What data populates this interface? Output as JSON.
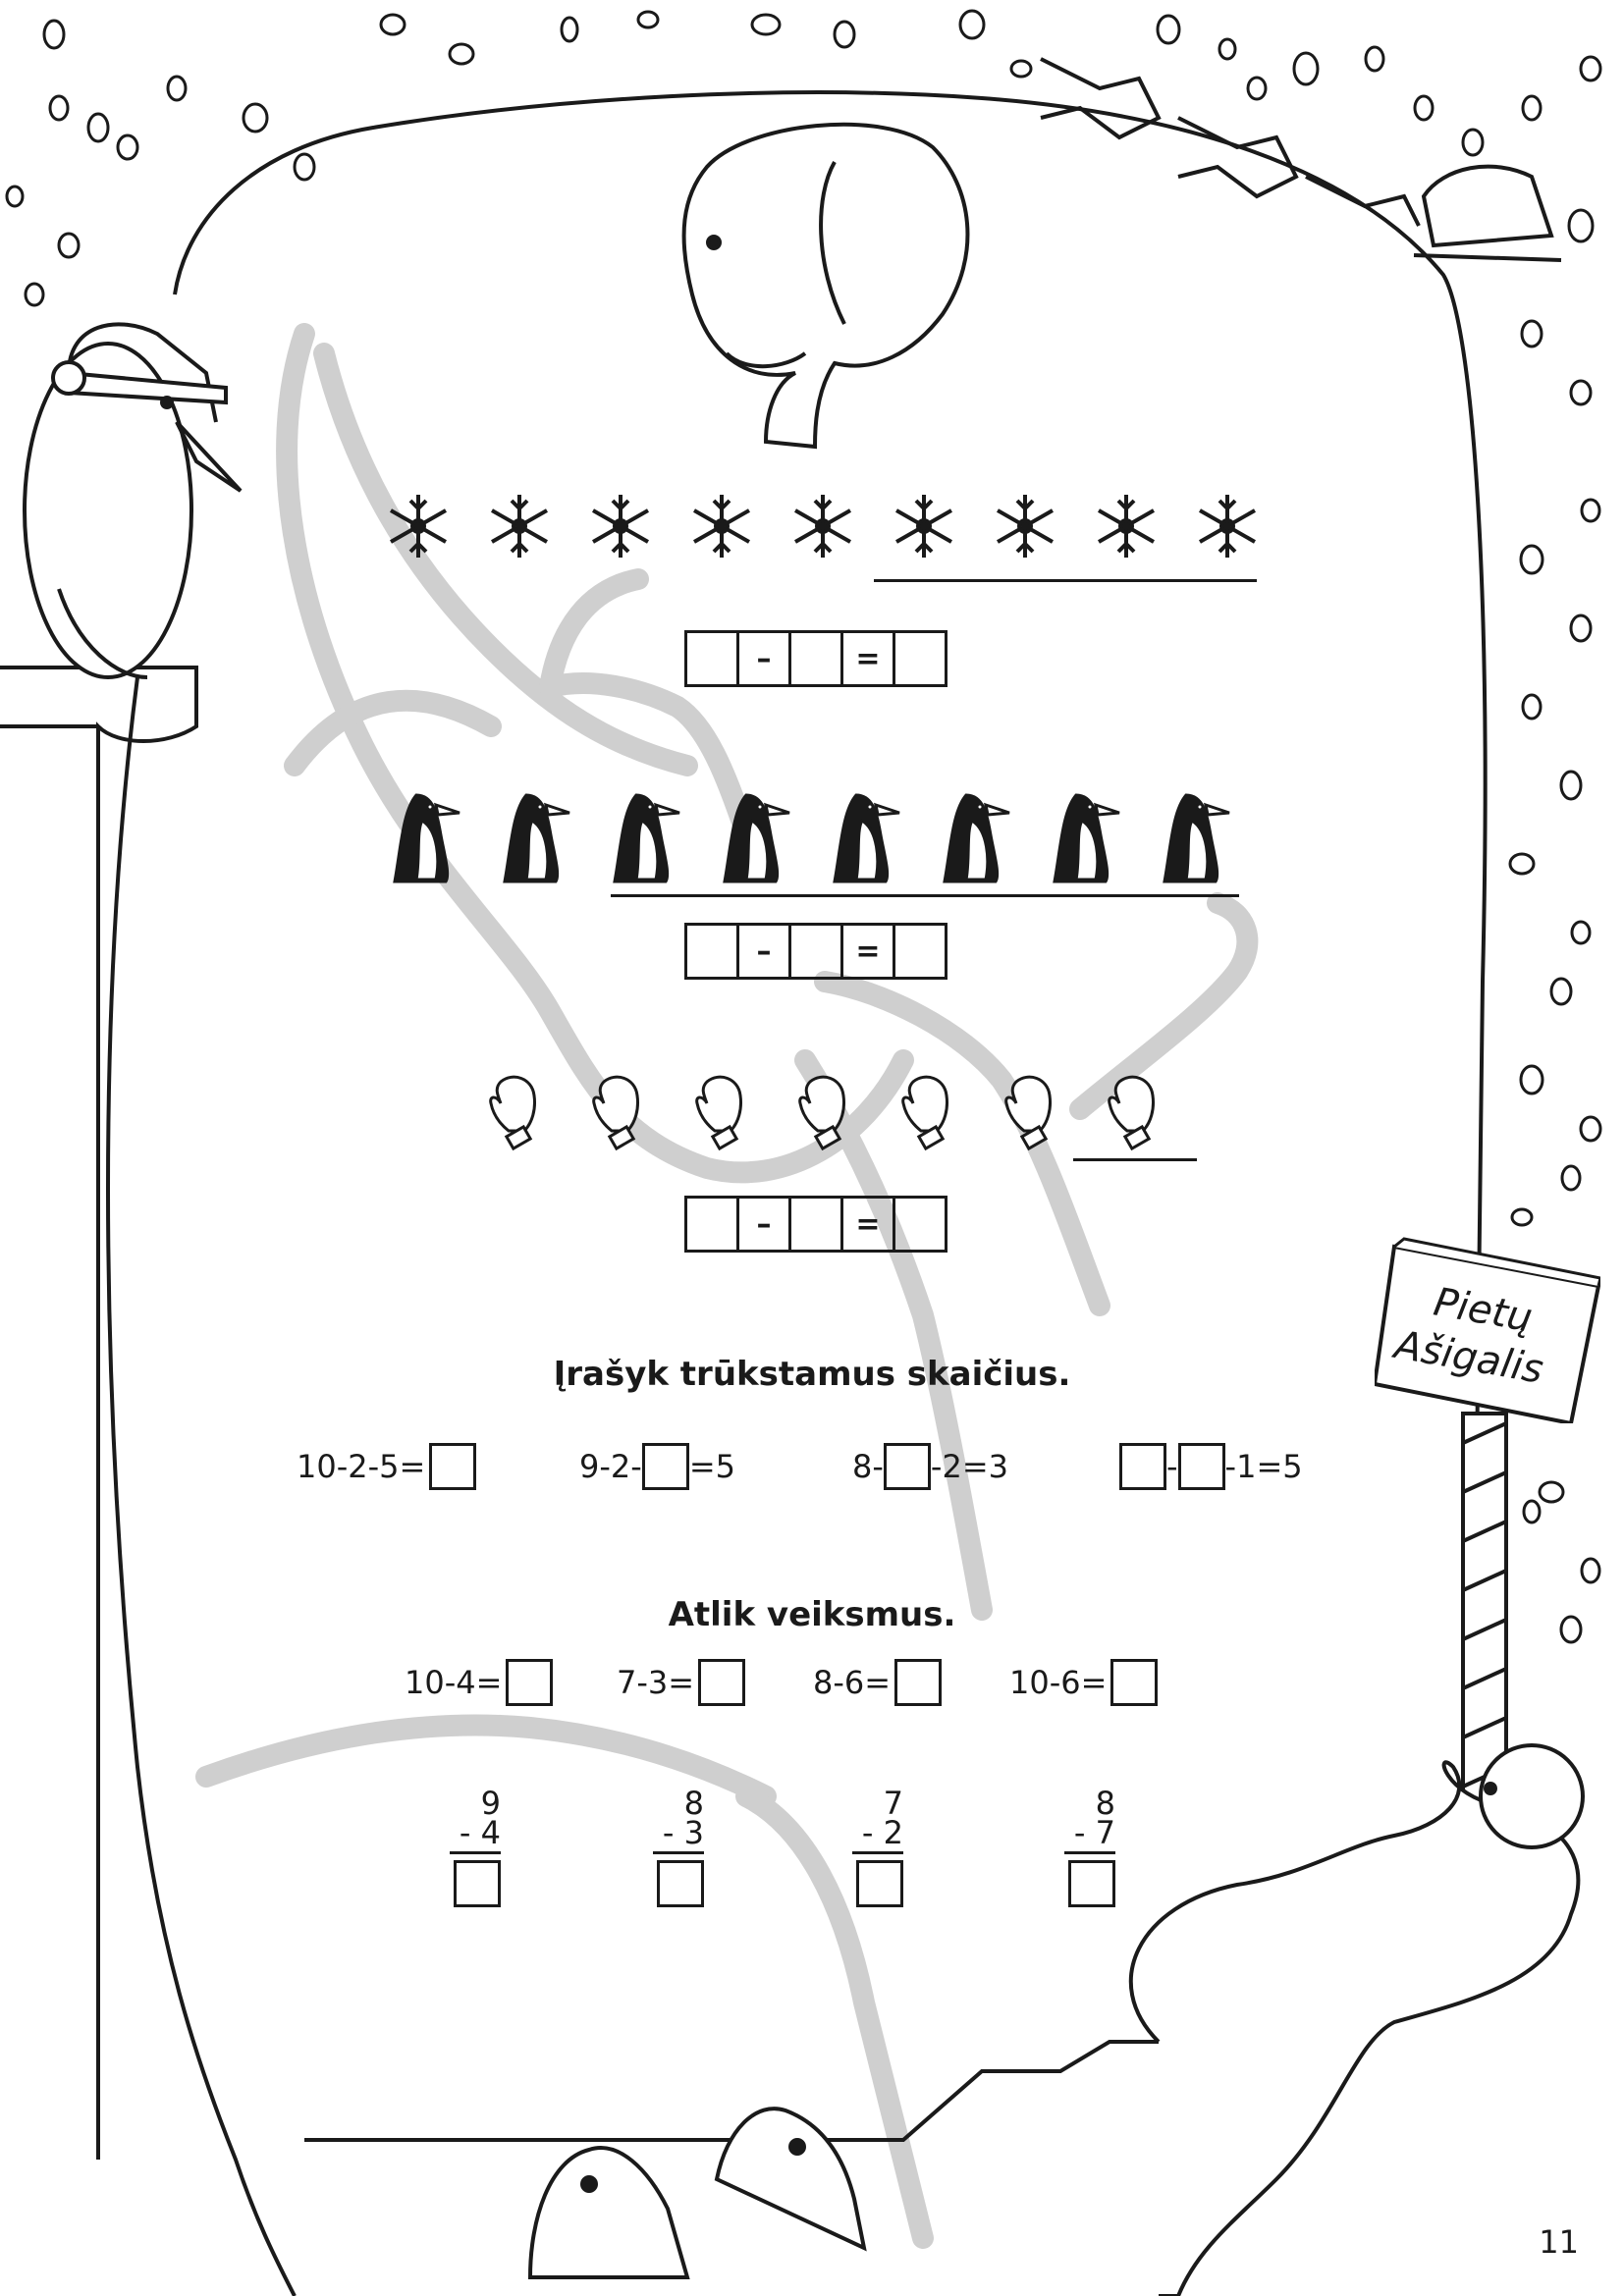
{
  "section1": {
    "equation": {
      "op": "–",
      "eq": "="
    }
  },
  "section2": {
    "equation": {
      "op": "–",
      "eq": "="
    }
  },
  "section3": {
    "equation": {
      "op": "–",
      "eq": "="
    }
  },
  "missing": {
    "title": "Įrašyk trūkstamus skaičius.",
    "e1": {
      "a": "10-2-5="
    },
    "e2": {
      "a": "9-2-",
      "b": "=5"
    },
    "e3": {
      "a": "8-",
      "b": "-2=3"
    },
    "e4": {
      "b": "-",
      "c": "-1=5"
    }
  },
  "ops": {
    "title": "Atlik veiksmus.",
    "e1": "10-4=",
    "e2": "7-3=",
    "e3": "8-6=",
    "e4": "10-6="
  },
  "columns": [
    {
      "top": "9",
      "sign": "-",
      "bottom": "4"
    },
    {
      "top": "8",
      "sign": "-",
      "bottom": "3"
    },
    {
      "top": "7",
      "sign": "-",
      "bottom": "2"
    },
    {
      "top": "8",
      "sign": "-",
      "bottom": "7"
    }
  ],
  "sign_board": {
    "line1": "Pietų",
    "line2": "Ašigalis"
  },
  "page_number": "11"
}
